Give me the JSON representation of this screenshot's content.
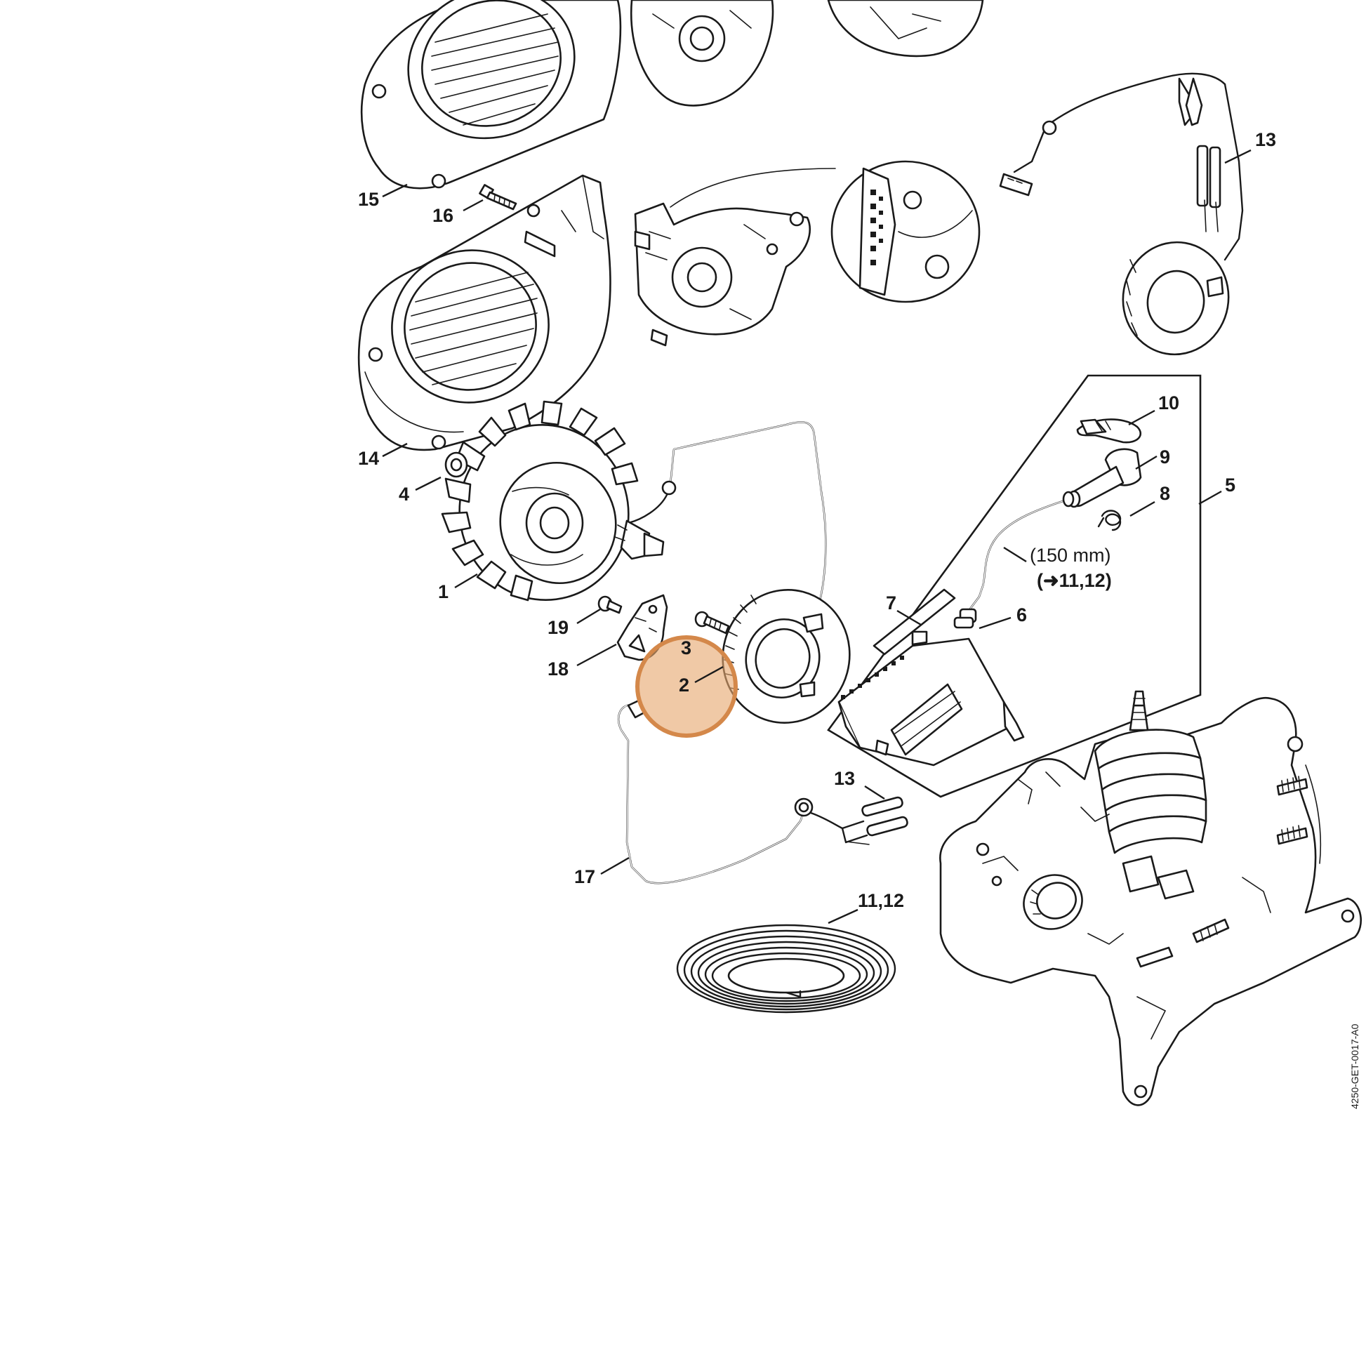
{
  "diagram": {
    "labels": {
      "p1": "1",
      "p2": "2",
      "p3": "3",
      "p4": "4",
      "p5": "5",
      "p6": "6",
      "p7": "7",
      "p8": "8",
      "p9": "9",
      "p10": "10",
      "p11_12": "11,12",
      "p13_top": "13",
      "p13_bottom": "13",
      "p14": "14",
      "p15": "15",
      "p16": "16",
      "p17": "17",
      "p18": "18",
      "p19": "19"
    },
    "note": {
      "length": "(150 mm)",
      "arrow": "➜",
      "ref": "11,12"
    },
    "reference_code": "4250-GET-0017-A0",
    "highlight": {
      "target_part": "2",
      "color": "#e7a870"
    }
  }
}
